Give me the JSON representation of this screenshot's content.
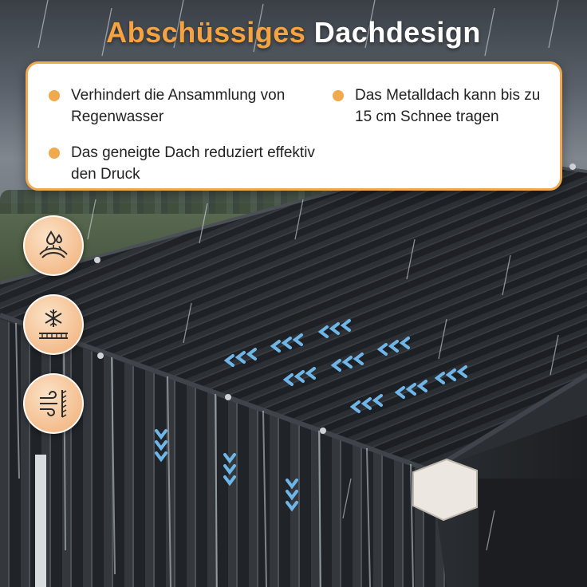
{
  "title": {
    "accent": "Abschüssiges",
    "plain": "Dachdesign"
  },
  "features": [
    {
      "text": "Verhindert die Ansammlung von Regenwasser"
    },
    {
      "text": "Das Metalldach kann bis zu 15 cm Schnee tragen"
    },
    {
      "text": "Das geneigte Dach reduziert effektiv den Druck"
    }
  ],
  "icons": [
    "waterproof-icon",
    "snowflake-load-icon",
    "wind-resistance-icon"
  ],
  "colors": {
    "accent": "#f0a94c",
    "title_accent": "#f4a340",
    "roof": "#1f2226",
    "chevron": "#6fb6e8"
  }
}
